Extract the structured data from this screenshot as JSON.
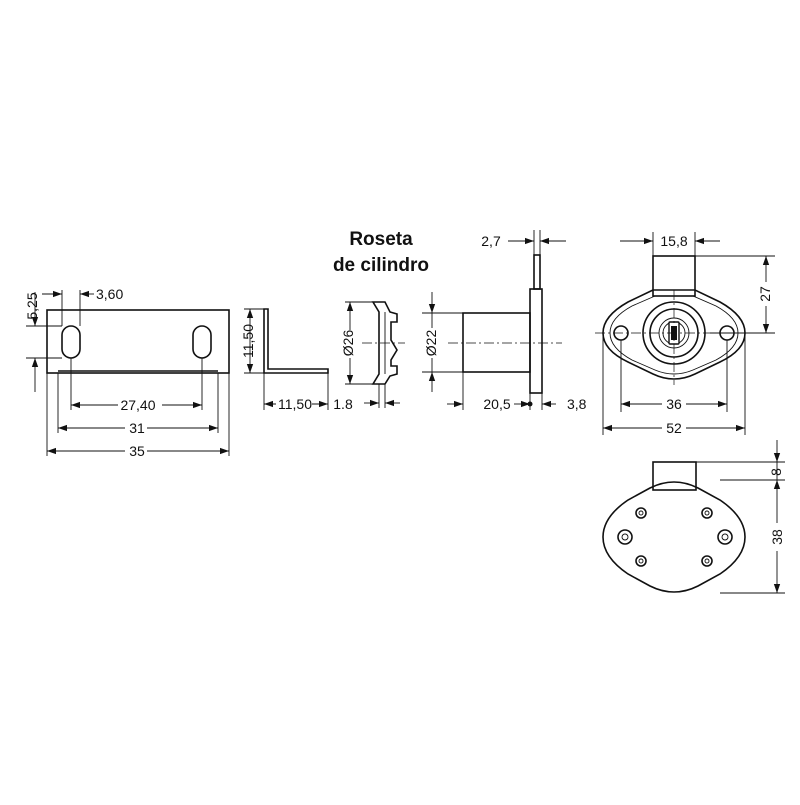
{
  "roseta": {
    "line1": "Roseta",
    "line2": "de cilindro"
  },
  "strike": {
    "d_525": "5,25",
    "d_360": "3,60",
    "d_2740": "27,40",
    "d_31": "31",
    "d_35": "35"
  },
  "angle": {
    "d_1150_v": "11,50",
    "d_1150_h": "11,50"
  },
  "rosette": {
    "d_18": "1.8",
    "d_26": "Ø26"
  },
  "cylinder": {
    "d_22": "Ø22",
    "d_27": "2,7",
    "d_205": "20,5",
    "d_38": "3,8"
  },
  "front": {
    "d_158": "15,8",
    "d_27": "27",
    "d_36": "36",
    "d_52": "52"
  },
  "back": {
    "d_8": "8",
    "d_38": "38"
  }
}
